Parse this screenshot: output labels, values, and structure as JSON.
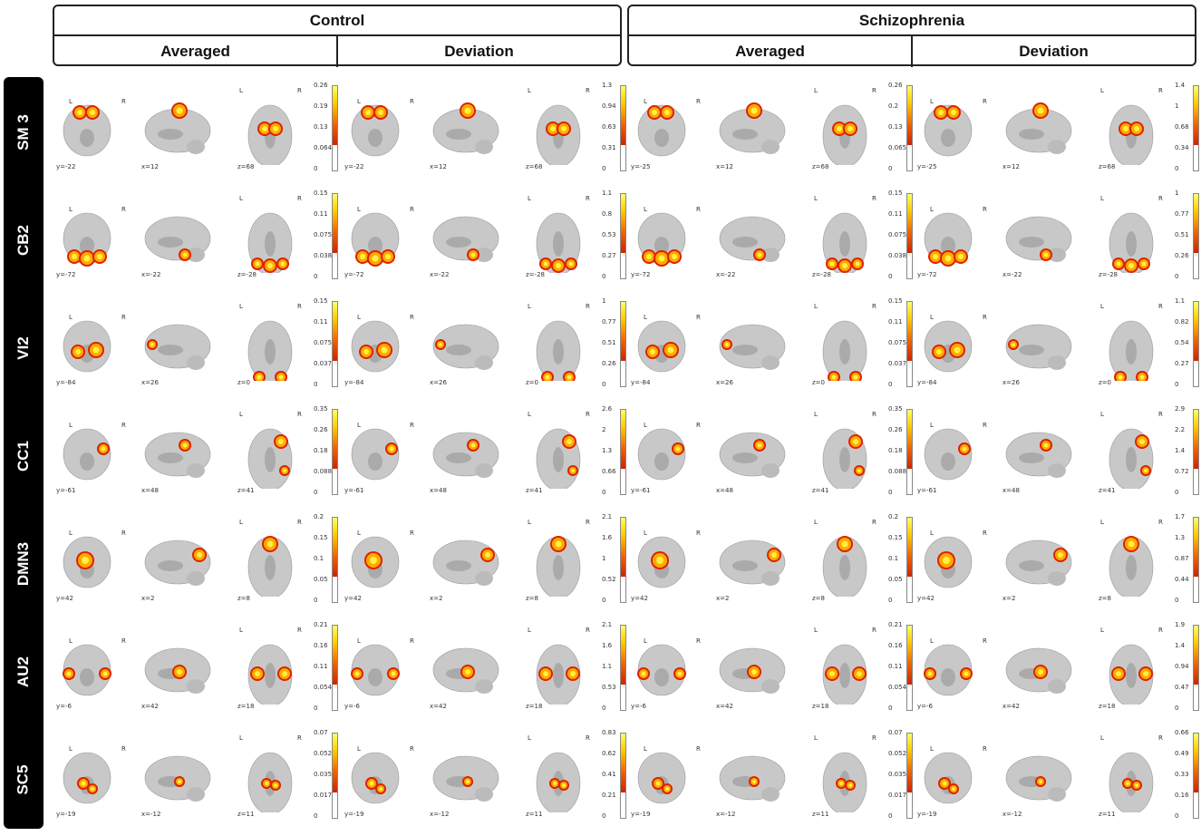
{
  "groups": [
    {
      "title": "Control",
      "averaged": "Averaged",
      "deviation": "Deviation"
    },
    {
      "title": "Schizophrenia",
      "averaged": "Averaged",
      "deviation": "Deviation"
    }
  ],
  "rows": [
    {
      "label": "SM 3",
      "coords": [
        "y=-22",
        "x=12",
        "z=68"
      ],
      "coords_sz": [
        "y=-25",
        "x=12",
        "z=68"
      ],
      "ctrl_avg_ticks": [
        "0.26",
        "0.19",
        "0.13",
        "0.064",
        "0"
      ],
      "ctrl_dev_ticks": [
        "1.3",
        "0.94",
        "0.63",
        "0.31",
        "0"
      ],
      "sz_avg_ticks": [
        "0.26",
        "0.2",
        "0.13",
        "0.065",
        "0"
      ],
      "sz_dev_ticks": [
        "1.4",
        "1",
        "0.68",
        "0.34",
        "0"
      ]
    },
    {
      "label": "CB2",
      "coords": [
        "y=-72",
        "x=-22",
        "z=-28"
      ],
      "coords_sz": [
        "y=-72",
        "x=-22",
        "z=-28"
      ],
      "ctrl_avg_ticks": [
        "0.15",
        "0.11",
        "0.075",
        "0.038",
        "0"
      ],
      "ctrl_dev_ticks": [
        "1.1",
        "0.8",
        "0.53",
        "0.27",
        "0"
      ],
      "sz_avg_ticks": [
        "0.15",
        "0.11",
        "0.075",
        "0.038",
        "0"
      ],
      "sz_dev_ticks": [
        "1",
        "0.77",
        "0.51",
        "0.26",
        "0"
      ]
    },
    {
      "label": "VI2",
      "coords": [
        "y=-84",
        "x=26",
        "z=0"
      ],
      "coords_sz": [
        "y=-84",
        "x=26",
        "z=0"
      ],
      "ctrl_avg_ticks": [
        "0.15",
        "0.11",
        "0.075",
        "0.037",
        "0"
      ],
      "ctrl_dev_ticks": [
        "1",
        "0.77",
        "0.51",
        "0.26",
        "0"
      ],
      "sz_avg_ticks": [
        "0.15",
        "0.11",
        "0.075",
        "0.037",
        "0"
      ],
      "sz_dev_ticks": [
        "1.1",
        "0.82",
        "0.54",
        "0.27",
        "0"
      ]
    },
    {
      "label": "CC1",
      "coords": [
        "y=-61",
        "x=48",
        "z=41"
      ],
      "coords_sz": [
        "y=-61",
        "x=48",
        "z=41"
      ],
      "ctrl_avg_ticks": [
        "0.35",
        "0.26",
        "0.18",
        "0.088",
        "0"
      ],
      "ctrl_dev_ticks": [
        "2.6",
        "2",
        "1.3",
        "0.66",
        "0"
      ],
      "sz_avg_ticks": [
        "0.35",
        "0.26",
        "0.18",
        "0.088",
        "0"
      ],
      "sz_dev_ticks": [
        "2.9",
        "2.2",
        "1.4",
        "0.72",
        "0"
      ]
    },
    {
      "label": "DMN3",
      "coords": [
        "y=42",
        "x=2",
        "z=8"
      ],
      "coords_sz": [
        "y=42",
        "x=2",
        "z=8"
      ],
      "ctrl_avg_ticks": [
        "0.2",
        "0.15",
        "0.1",
        "0.05",
        "0"
      ],
      "ctrl_dev_ticks": [
        "2.1",
        "1.6",
        "1",
        "0.52",
        "0"
      ],
      "sz_avg_ticks": [
        "0.2",
        "0.15",
        "0.1",
        "0.05",
        "0"
      ],
      "sz_dev_ticks": [
        "1.7",
        "1.3",
        "0.87",
        "0.44",
        "0"
      ]
    },
    {
      "label": "AU2",
      "coords": [
        "y=-6",
        "x=42",
        "z=18"
      ],
      "coords_sz": [
        "y=-6",
        "x=42",
        "z=18"
      ],
      "ctrl_avg_ticks": [
        "0.21",
        "0.16",
        "0.11",
        "0.054",
        "0"
      ],
      "ctrl_dev_ticks": [
        "2.1",
        "1.6",
        "1.1",
        "0.53",
        "0"
      ],
      "sz_avg_ticks": [
        "0.21",
        "0.16",
        "0.11",
        "0.054",
        "0"
      ],
      "sz_dev_ticks": [
        "1.9",
        "1.4",
        "0.94",
        "0.47",
        "0"
      ]
    },
    {
      "label": "SC5",
      "coords": [
        "y=-19",
        "x=-12",
        "z=11"
      ],
      "coords_sz": [
        "y=-19",
        "x=-12",
        "z=11"
      ],
      "ctrl_avg_ticks": [
        "0.07",
        "0.052",
        "0.035",
        "0.017",
        "0"
      ],
      "ctrl_dev_ticks": [
        "0.83",
        "0.62",
        "0.41",
        "0.21",
        "0"
      ],
      "sz_avg_ticks": [
        "0.07",
        "0.052",
        "0.035",
        "0.017",
        "0"
      ],
      "sz_dev_ticks": [
        "0.66",
        "0.49",
        "0.33",
        "0.16",
        "0"
      ]
    }
  ],
  "orient": {
    "left": "L",
    "right": "R"
  },
  "colors": {
    "blob_core": "#ffee44",
    "blob_mid": "#ffaa00",
    "blob_edge": "#dd2200",
    "brain": "#c8c8c8"
  }
}
